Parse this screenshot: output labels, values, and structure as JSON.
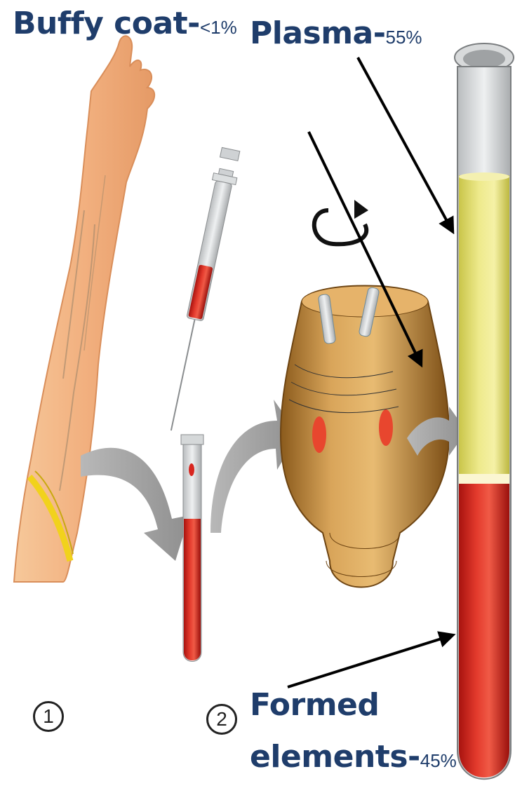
{
  "labels": {
    "buffy_coat": "Buffy coat-",
    "buffy_coat_pct": "<1%",
    "plasma": "Plasma-",
    "plasma_pct": "55%",
    "formed_line1": "Formed",
    "formed_line2": "elements-",
    "formed_pct": "45%"
  },
  "steps": [
    "1",
    "2"
  ],
  "colors": {
    "label_text": "#1f3d6b",
    "plasma": "#e6e27a",
    "blood": "#d8261f",
    "skin": "#f2b07f",
    "centrifuge": "#c8923f",
    "arrow_gray": "#9a9a9a",
    "wristband": "#f1d21c"
  }
}
